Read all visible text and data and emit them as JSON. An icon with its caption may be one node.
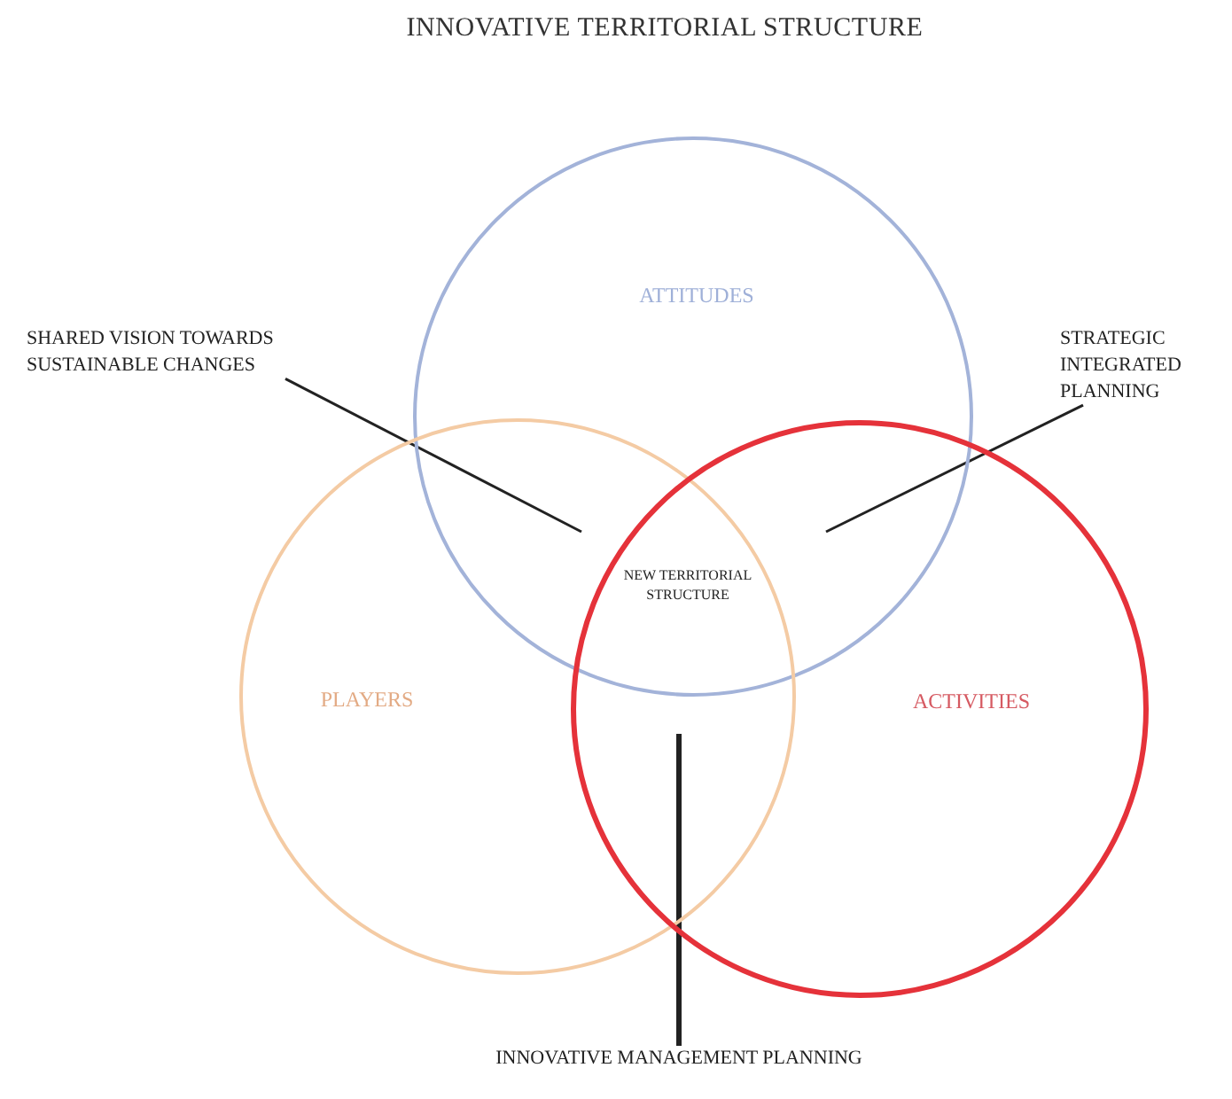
{
  "diagram": {
    "title": "INNOVATIVE TERRITORIAL STRUCTURE",
    "nodes": [
      {
        "text": [
          "ATTITUDES"
        ]
      },
      {
        "text": [
          "PLAYERS"
        ]
      },
      {
        "text": [
          "ACTIVITIES"
        ]
      },
      {
        "text": [
          "NEW TERRITORIAL STRUCTURE"
        ]
      },
      {
        "text": [
          "SHARED VISION TOWARDS SUSTAINABLE CHANGES"
        ]
      },
      {
        "text": [
          "STRATEGIC INTEGRATED PLANNING"
        ]
      },
      {
        "text": [
          "INNOVATIVE MANAGEMENT PLANNING"
        ]
      }
    ],
    "edges": [
      {
        "from": 4,
        "to": 1,
        "arrow": "none"
      },
      {
        "from": 5,
        "to": 0,
        "arrow": "none"
      },
      {
        "from": 6,
        "to": 1,
        "arrow": "none",
        "style": "thick"
      }
    ]
  }
}
